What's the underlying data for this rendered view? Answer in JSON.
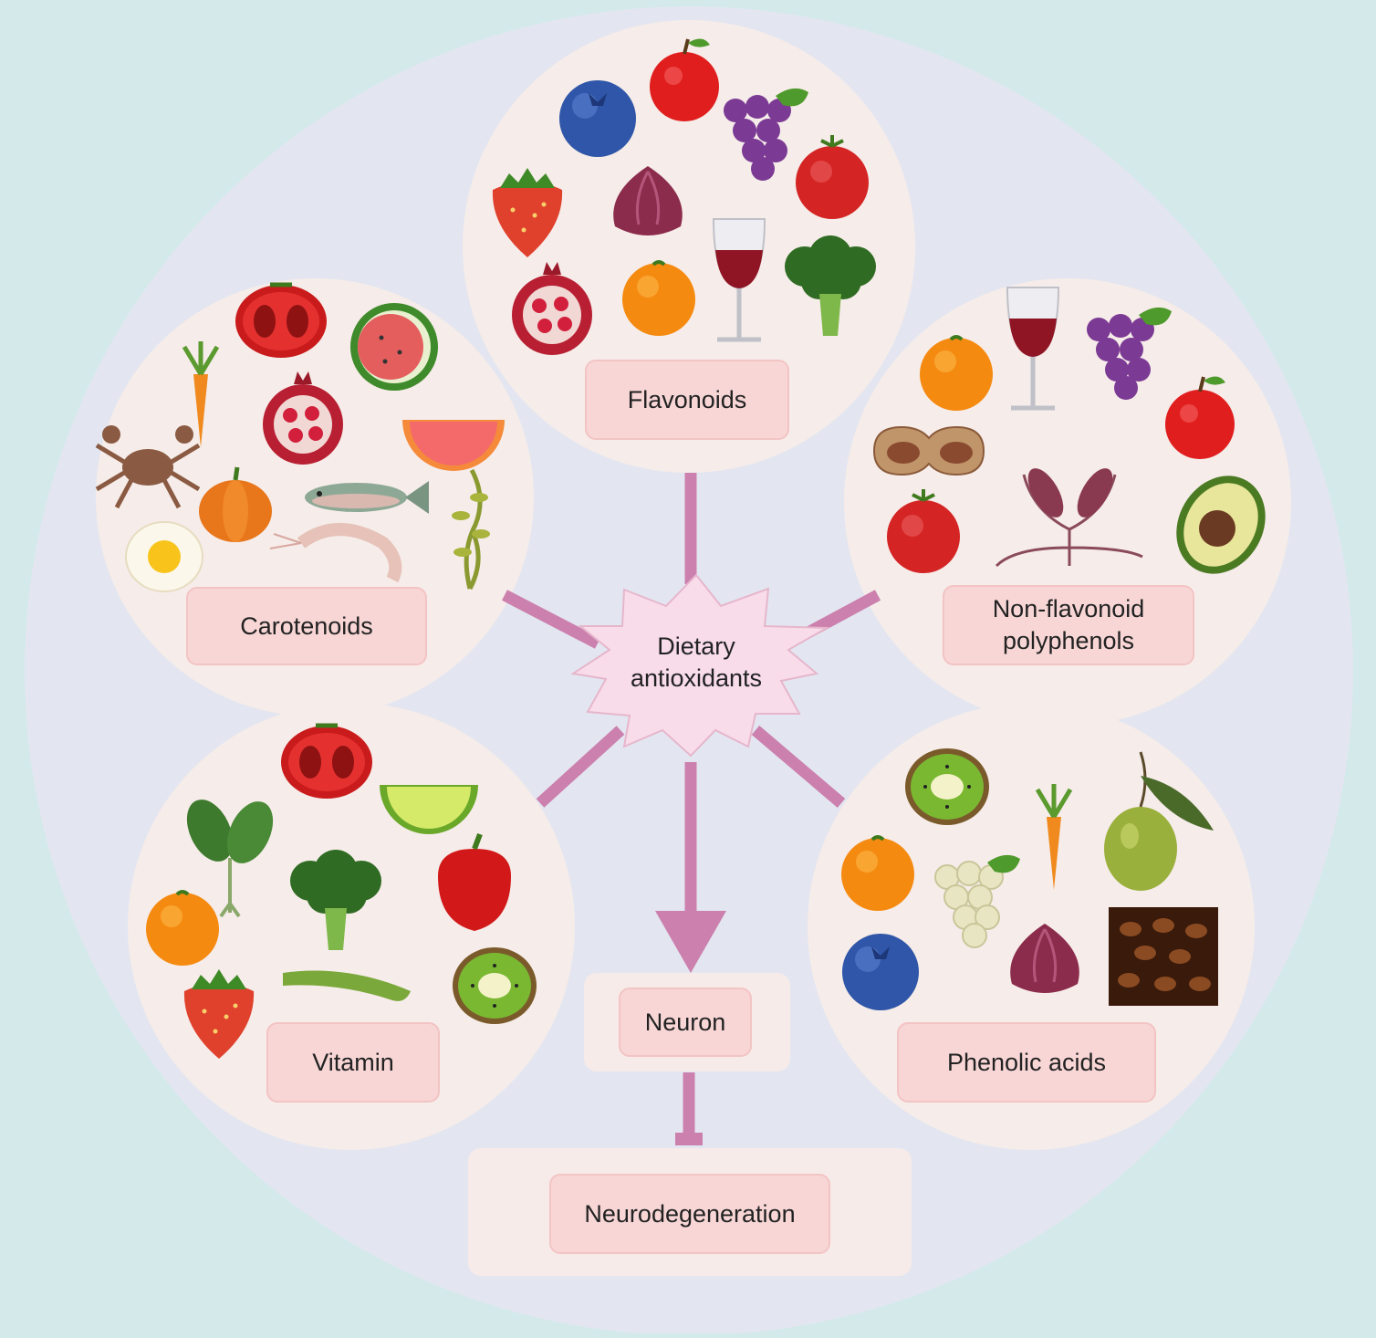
{
  "center": {
    "line1": "Dietary",
    "line2": "antioxidants"
  },
  "groups": {
    "flavonoids": "Flavonoids",
    "carotenoids": "Carotenoids",
    "non_flavonoid_line1": "Non-flavonoid",
    "non_flavonoid_line2": "polyphenols",
    "vitamin": "Vitamin",
    "phenolic_acids": "Phenolic acids"
  },
  "flow": {
    "neuron": "Neuron",
    "neurodegeneration": "Neurodegeneration"
  },
  "colors": {
    "background": "#d3e9ea",
    "big_circle": "#e3e6f0",
    "group_circle": "#f6ece9",
    "label_fill": "#f8d6d6",
    "connector": "#cc80ae",
    "burst": "#f8dcea"
  },
  "icons": {
    "flavonoids": [
      "blueberry-icon",
      "apple-icon",
      "grapes-icon",
      "strawberry-icon",
      "red-onion-icon",
      "tomato-icon",
      "pomegranate-icon",
      "orange-icon",
      "wine-glass-icon",
      "broccoli-icon"
    ],
    "carotenoids": [
      "carrot-icon",
      "tomato-half-icon",
      "watermelon-icon",
      "pomegranate-icon",
      "grapefruit-icon",
      "crab-icon",
      "pumpkin-icon",
      "trout-icon",
      "shrimp-icon",
      "egg-icon",
      "seaweed-icon"
    ],
    "non_flavonoid": [
      "orange-icon",
      "wine-glass-icon",
      "grapes-icon",
      "apple-icon",
      "peanut-icon",
      "root-icon",
      "tomato-icon",
      "avocado-icon"
    ],
    "vitamin": [
      "tomato-half-icon",
      "lime-icon",
      "spinach-icon",
      "broccoli-icon",
      "pepper-icon",
      "orange-icon",
      "bean-icon",
      "kiwi-icon",
      "strawberry-icon"
    ],
    "phenolic_acids": [
      "kiwi-icon",
      "carrot-icon",
      "olive-icon",
      "orange-icon",
      "white-grapes-icon",
      "blueberry-icon",
      "red-onion-icon",
      "coffee-beans-icon"
    ]
  }
}
